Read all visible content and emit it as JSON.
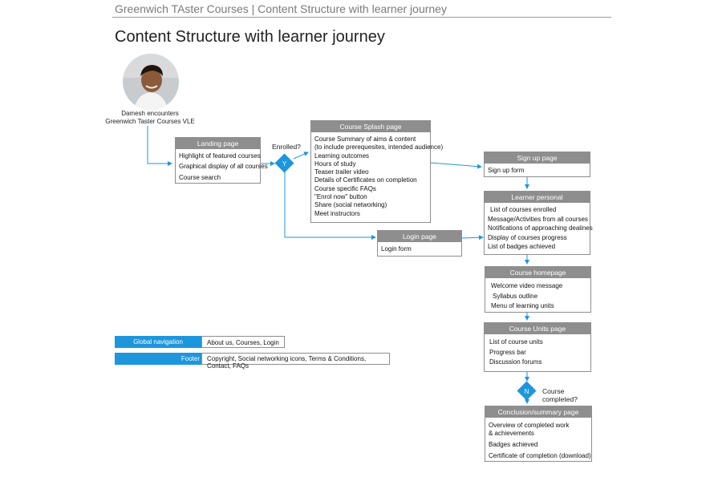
{
  "header": {
    "text": "Greenwich TAster Courses | Content Structure with learner journey"
  },
  "title": "Content Structure with learner journey",
  "caption": {
    "line1": "Damesh encounters",
    "line2": "Greenwich Taster Courses VLE"
  },
  "boxes": {
    "landing": {
      "title": "Landing page",
      "items": [
        "Highlight of featured courses",
        "Graphical display of all courses",
        "Course search"
      ]
    },
    "splash": {
      "title": "Course Splash page",
      "items": [
        "Course Summary of aims & content",
        "(to include prerequesites, intended audience)",
        "Learning outcomes",
        "Hours of study",
        "Teaser trailer video",
        "Details of Certificates on completion",
        "Course specific FAQs",
        "\"Enrol now\" button",
        "Share (social networking)",
        "Meet instructors"
      ]
    },
    "login": {
      "title": "Login page",
      "items": [
        "Login form"
      ]
    },
    "signup": {
      "title": "Sign up page",
      "items": [
        "Sign up form"
      ]
    },
    "personal": {
      "title": "Learner personal",
      "items": [
        "List of courses enrolled",
        "Message/Activities from all courses",
        "Notifications of approaching dealines",
        "Display of courses progress",
        "List of badges achieved"
      ]
    },
    "homepage": {
      "title": "Course homepage",
      "items": [
        "Welcome video message",
        "Syllabus outline",
        "Menu of learning units"
      ]
    },
    "units": {
      "title": "Course Units page",
      "items": [
        "List of course units",
        "Progress bar",
        "Discussion forums"
      ]
    },
    "conclusion": {
      "title": "Conclusion/summary page",
      "items": [
        "Overview of completed work",
        "& achievements",
        "Badges achieved",
        "Certificate of completion (download)"
      ]
    }
  },
  "decisions": {
    "enrolled": {
      "question": "Enrolled?",
      "letter": "Y"
    },
    "completed": {
      "question_line1": "Course",
      "question_line2": "completed?",
      "letter": "N"
    }
  },
  "global_nav": {
    "label": "Global navigation",
    "content": "About us, Courses, Login"
  },
  "footer": {
    "label": "Footer",
    "content_line1": "Copyright, Social networking icons, Terms & Conditions,",
    "content_line2": "Contact, FAQs"
  },
  "colors": {
    "accent": "#1e96dc",
    "box_header": "#8e8e8e"
  }
}
